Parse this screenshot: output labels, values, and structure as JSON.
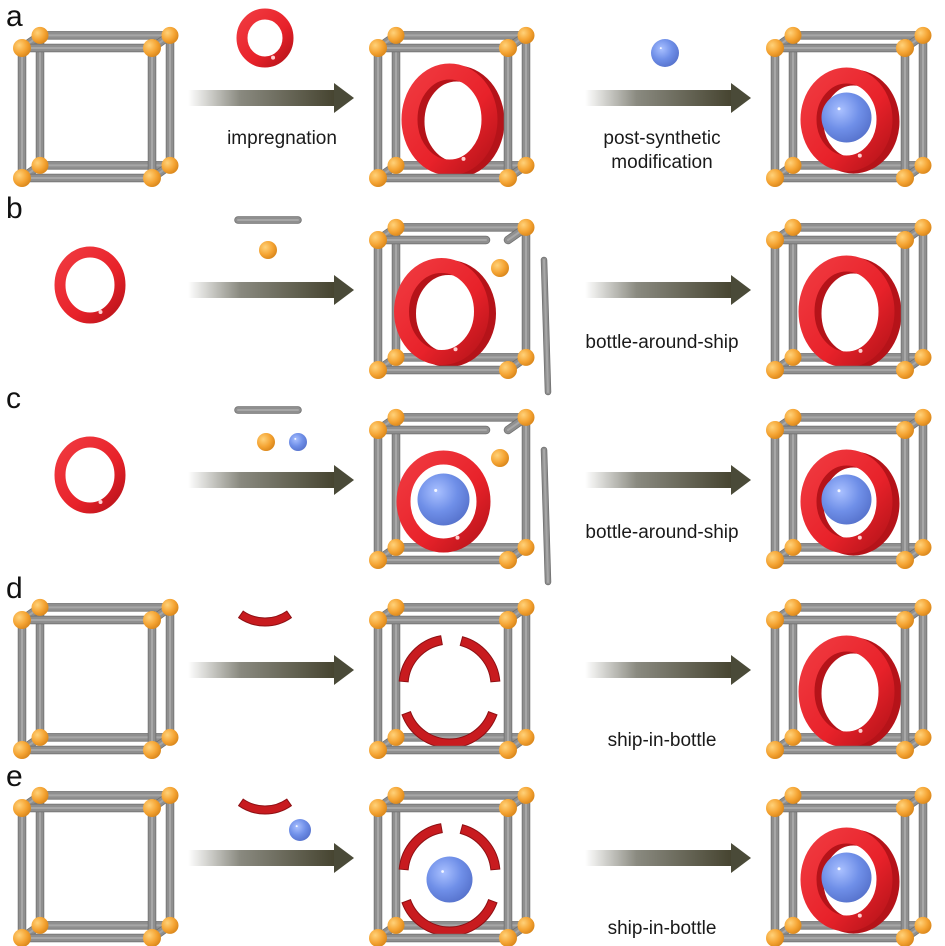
{
  "figure": {
    "title": "Strategies for encapsulating guest molecules in MOF cages",
    "colors": {
      "strut": "#8f8f8f",
      "node": "#f5a433",
      "ring": "#e8222a",
      "ring_fragment": "#c81b1f",
      "guest_sphere": "#6f8fe8",
      "arrow_dark": "#4a4a38",
      "text": "#1a1a1a"
    },
    "panels": [
      {
        "letter": "a",
        "start": "cage",
        "reagent1": [
          "ring"
        ],
        "step1_label": [
          "impregnation"
        ],
        "intermediate": "cage-with-ring",
        "reagent2": [
          "guest-sphere"
        ],
        "step2_label": [
          "post-synthetic",
          "modification"
        ],
        "product": "cage-with-ring-and-guest"
      },
      {
        "letter": "b",
        "start": "ring",
        "reagent1": [
          "strut",
          "node"
        ],
        "step1_label": [],
        "intermediate": "partial-cage-with-ring",
        "reagent2": [],
        "step2_label": [
          "bottle-around-ship"
        ],
        "product": "cage-with-ring"
      },
      {
        "letter": "c",
        "start": "ring",
        "reagent1": [
          "strut",
          "node",
          "guest-sphere"
        ],
        "step1_label": [],
        "intermediate": "partial-cage-with-ring-and-guest",
        "reagent2": [],
        "step2_label": [
          "bottle-around-ship"
        ],
        "product": "cage-with-ring-and-guest"
      },
      {
        "letter": "d",
        "start": "cage",
        "reagent1": [
          "ring-fragment"
        ],
        "step1_label": [],
        "intermediate": "cage-with-fragments",
        "reagent2": [],
        "step2_label": [
          "ship-in-bottle"
        ],
        "product": "cage-with-ring"
      },
      {
        "letter": "e",
        "start": "cage",
        "reagent1": [
          "ring-fragment",
          "guest-sphere"
        ],
        "step1_label": [],
        "intermediate": "cage-with-fragments-and-guest",
        "reagent2": [],
        "step2_label": [
          "ship-in-bottle"
        ],
        "product": "cage-with-ring-and-guest"
      }
    ]
  }
}
